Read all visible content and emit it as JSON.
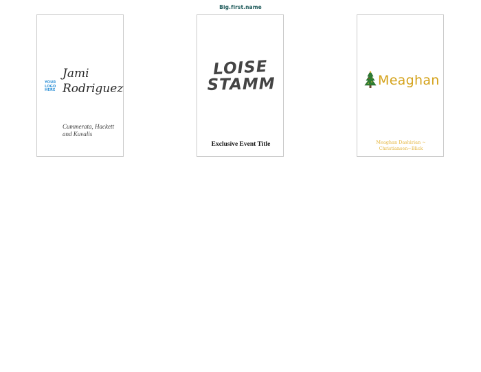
{
  "page": {
    "title": "Big.first.name"
  },
  "cards": [
    {
      "logo_lines": [
        "YOUR",
        "LOGO",
        "HERE"
      ],
      "name_lines": [
        "Jami",
        "Rodriguez"
      ],
      "company_lines": [
        "Cummerata, Hackett",
        "and Kuvalis"
      ]
    },
    {
      "name_lines": [
        "LOISE",
        "STAMM"
      ],
      "event_title": "Exclusive Event Title"
    },
    {
      "icon": "christmas-tree-icon",
      "name": "Meaghan",
      "company_lines": [
        "Meaghan Dashirian ~",
        "Christiansen~Blick"
      ],
      "colors": {
        "tree": "#2e7d32",
        "gold": "#d4a21a"
      }
    }
  ]
}
